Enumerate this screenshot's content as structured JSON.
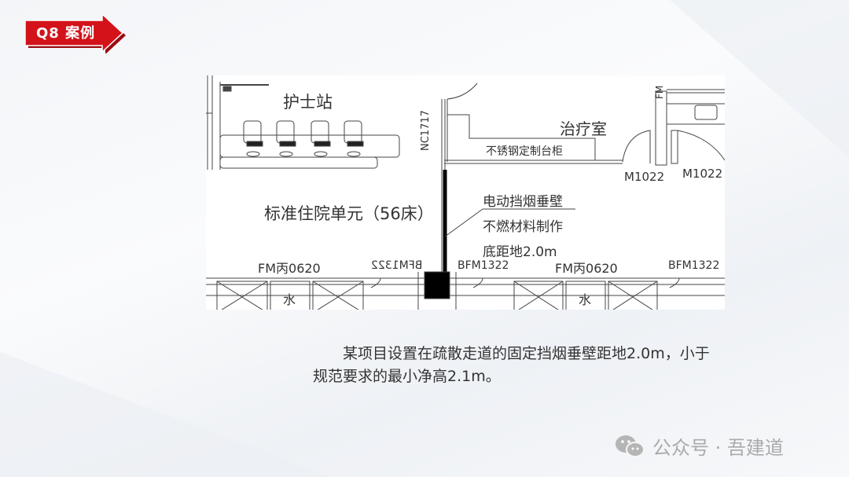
{
  "slide": {
    "tag_label": "Q8 案例",
    "tag_color": "#d3121a"
  },
  "drawing": {
    "labels": {
      "nurse_station": "护士站",
      "treatment_room": "治疗室",
      "cabinet": "不锈钢定制台柜",
      "ward_unit": "标准住院单元（56床）",
      "door_nc": "NC1717",
      "door_m1": "M1022",
      "door_m2": "M1022",
      "door_fm_top": "FM",
      "smoke_line1": "电动挡烟垂壁",
      "smoke_line2": "不燃材料制作",
      "smoke_line3": "底距地2.0m",
      "fm_left": "FM丙0620",
      "bfm_mirrored": "BFM1322",
      "bfm_mid": "BFM1322",
      "fm_right": "FM丙0620",
      "bfm_right": "BFM1322",
      "water_left": "水",
      "water_right": "水"
    }
  },
  "caption": {
    "line1": "某项目设置在疏散走道的固定挡烟垂壁距地2.0m，小于",
    "line2": "规范要求的最小净高2.1m。"
  },
  "watermark": {
    "icon": "wechat-icon",
    "text": "公众号 · 吾建道"
  }
}
